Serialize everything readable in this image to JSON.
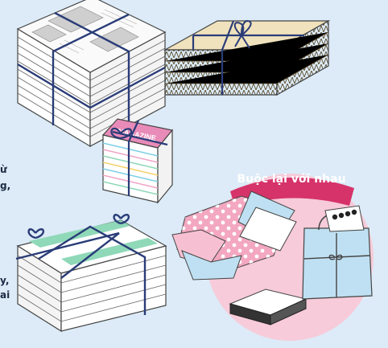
{
  "badge": {
    "text": "Buộc lại với nhau"
  },
  "magazine": {
    "cover_text": "MAGAZINE"
  },
  "side_text": {
    "line_1": "ừ",
    "line_2": "g,",
    "line_3": "y,",
    "line_4": "ai"
  },
  "colors": {
    "background": "#dcebf7",
    "cardboard": "#f0e2bc",
    "pink_circle": "#f7cbd9",
    "badge_fill": "#d6336a",
    "string": "#2a3c78",
    "paper_green": "#8fd8b8",
    "magazine_pink": "#e88bb8",
    "bag_blue": "#bfe0f2"
  },
  "icons": [
    "string-bow-icon"
  ]
}
